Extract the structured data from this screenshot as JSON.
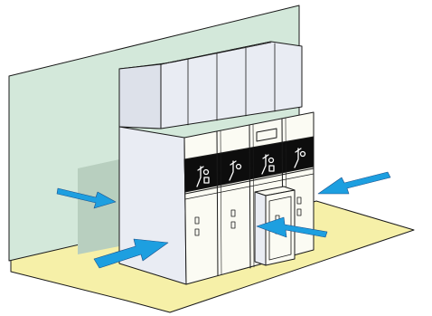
{
  "illustration": {
    "subject": "switchgear-installation",
    "colors": {
      "floor": "#f6f0a8",
      "wall": "#d3e8da",
      "wall_shadow": "#b8cfbf",
      "panel_body": "#fbfbf3",
      "panel_side": "#e9ecf3",
      "mimic_band": "#0d0d0d",
      "arrow": "#1d9fe0",
      "outline": "#1a1a1a"
    },
    "cubicles": [
      {
        "id": "cubicle-1"
      },
      {
        "id": "cubicle-2"
      },
      {
        "id": "cubicle-3"
      },
      {
        "id": "cubicle-4"
      }
    ],
    "airflow_arrows": [
      {
        "id": "arrow-left-wall",
        "direction": "right"
      },
      {
        "id": "arrow-front-left",
        "direction": "up-right"
      },
      {
        "id": "arrow-front-right",
        "direction": "left"
      },
      {
        "id": "arrow-right",
        "direction": "down-left"
      }
    ]
  }
}
